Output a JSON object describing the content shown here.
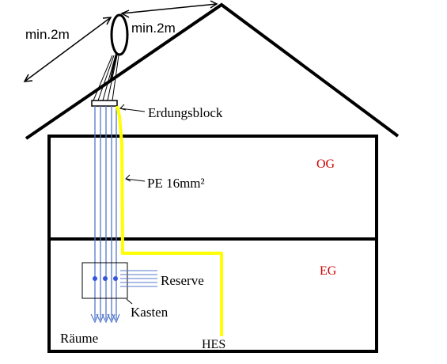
{
  "labels": {
    "dist_left": "min.2m",
    "dist_top": "min.2m",
    "grounding_block": "Erdungsblock",
    "pe_cable": "PE 16mm²",
    "floor_upper": "OG",
    "floor_lower": "EG",
    "reserve": "Reserve",
    "box": "Kasten",
    "rooms": "Räume",
    "hes": "HES"
  },
  "colors": {
    "line": "#000000",
    "pe_cable": "#ffff00",
    "floor_label": "#cc0000",
    "cable_bundle": "#5577cc",
    "junction_dot": "#3355dd"
  }
}
